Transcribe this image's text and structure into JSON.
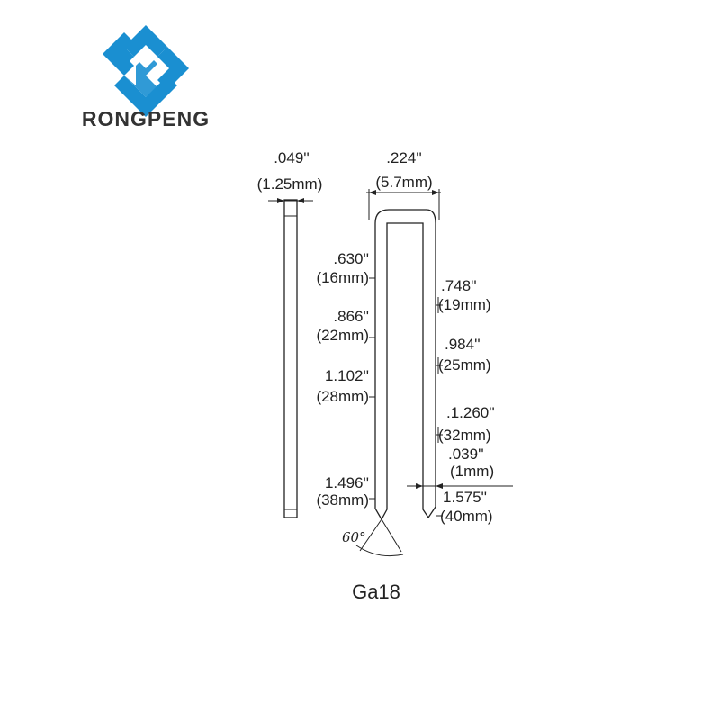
{
  "brand": {
    "name": "RONGPENG",
    "color": "#1a8fd1"
  },
  "caption": "Ga18",
  "angle_label": "60°",
  "dimensions": {
    "wire_thickness_in": ".049''",
    "wire_thickness_mm": "(1.25mm)",
    "crown_in": ".224''",
    "crown_mm": "(5.7mm)",
    "wire_width_in": ".039''",
    "wire_width_mm": "(1mm)"
  },
  "left_lengths": [
    {
      "in": ".630''",
      "mm": "(16mm)"
    },
    {
      "in": ".866''",
      "mm": "(22mm)"
    },
    {
      "in": "1.102''",
      "mm": "(28mm)"
    },
    {
      "in": "1.496''",
      "mm": "(38mm)"
    }
  ],
  "right_lengths": [
    {
      "in": ".748''",
      "mm": "(19mm)"
    },
    {
      "in": ".984''",
      "mm": "(25mm)"
    },
    {
      "in": ".1.260''",
      "mm": "(32mm)"
    },
    {
      "in": "1.575''",
      "mm": "(40mm)"
    }
  ]
}
